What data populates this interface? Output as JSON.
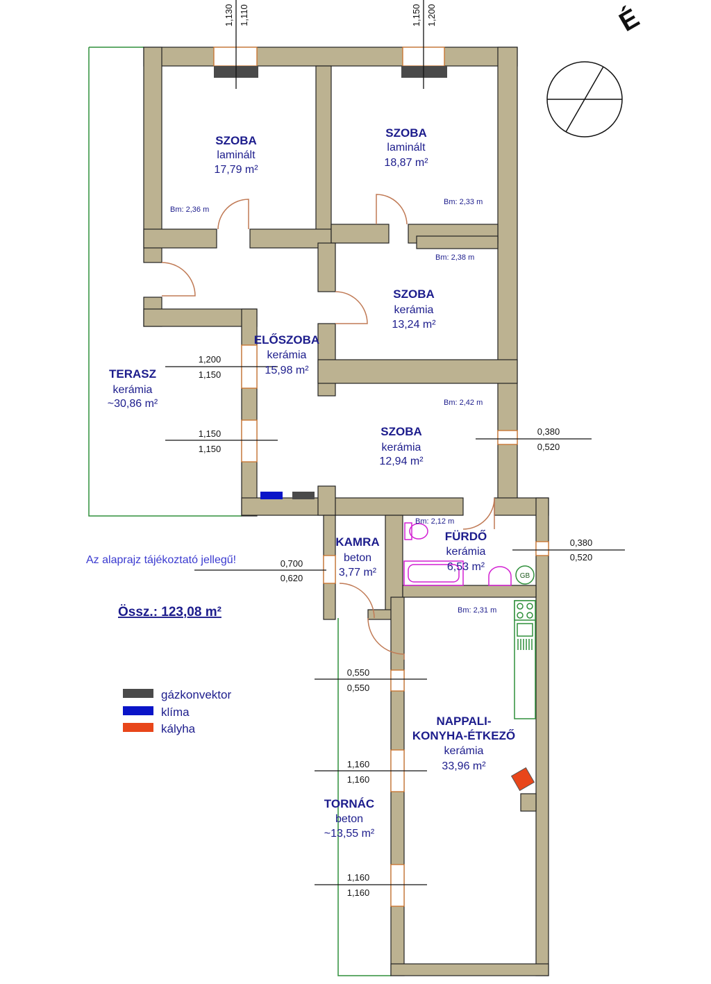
{
  "north_label": "É",
  "rooms": [
    {
      "name": "SZOBA",
      "floor": "laminált",
      "area": "17,79 m²",
      "height": "Bm: 2,36 m"
    },
    {
      "name": "SZOBA",
      "floor": "laminált",
      "area": "18,87 m²",
      "height": "Bm: 2,33 m"
    },
    {
      "name": "SZOBA",
      "floor": "kerámia",
      "area": "13,24 m²",
      "height": "Bm: 2,38 m"
    },
    {
      "name": "ELŐSZOBA",
      "floor": "kerámia",
      "area": "15,98 m²"
    },
    {
      "name": "TERASZ",
      "floor": "kerámia",
      "area": "~30,86 m²"
    },
    {
      "name": "SZOBA",
      "floor": "kerámia",
      "area": "12,94 m²",
      "height": "Bm: 2,42 m"
    },
    {
      "name": "KAMRA",
      "floor": "beton",
      "area": "3,77 m²"
    },
    {
      "name": "FÜRDŐ",
      "floor": "kerámia",
      "area": "6,53 m²",
      "height": "Bm: 2,12 m"
    },
    {
      "name": "NAPPALI-",
      "name2": "KONYHA-ÉTKEZŐ",
      "floor": "kerámia",
      "area": "33,96 m²",
      "height": "Bm: 2,31 m"
    },
    {
      "name": "TORNÁC",
      "floor": "beton",
      "area": "~13,55 m²"
    }
  ],
  "windows": [
    {
      "w": "1,130",
      "h": "1,110"
    },
    {
      "w": "1,150",
      "h": "1,200"
    },
    {
      "w": "1,200",
      "h": "1,150"
    },
    {
      "w": "1,150",
      "h": "1,150"
    },
    {
      "w": "0,380",
      "h": "0,520"
    },
    {
      "w": "0,380",
      "h": "0,520"
    },
    {
      "w": "0,700",
      "h": "0,620"
    },
    {
      "w": "0,550",
      "h": "0,550"
    },
    {
      "w": "1,160",
      "h": "1,160"
    },
    {
      "w": "1,160",
      "h": "1,160"
    }
  ],
  "note": "Az alaprajz tájékoztató jellegű!",
  "total": "Össz.: 123,08 m²",
  "gb_label": "GB",
  "legend": [
    {
      "label": "gázkonvektor",
      "color": "#4a4a4a"
    },
    {
      "label": "klíma",
      "color": "#0a14c8"
    },
    {
      "label": "kályha",
      "color": "#e8461a"
    }
  ]
}
